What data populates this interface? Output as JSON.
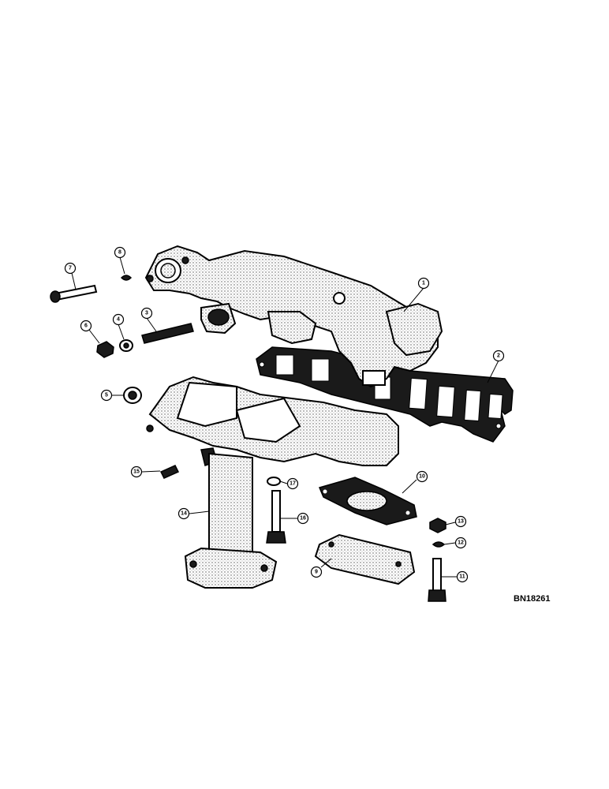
{
  "diagram": {
    "reference_code": "BN18261",
    "callouts": [
      {
        "id": "c1",
        "label": "1"
      },
      {
        "id": "c2",
        "label": "2"
      },
      {
        "id": "c3",
        "label": "3"
      },
      {
        "id": "c4",
        "label": "4"
      },
      {
        "id": "c5",
        "label": "5"
      },
      {
        "id": "c6",
        "label": "6"
      },
      {
        "id": "c7",
        "label": "7"
      },
      {
        "id": "c8",
        "label": "8"
      },
      {
        "id": "c9",
        "label": "9"
      },
      {
        "id": "c10",
        "label": "10"
      },
      {
        "id": "c11",
        "label": "11"
      },
      {
        "id": "c12",
        "label": "12"
      },
      {
        "id": "c13",
        "label": "13"
      },
      {
        "id": "c14",
        "label": "14"
      },
      {
        "id": "c15",
        "label": "15"
      },
      {
        "id": "c16",
        "label": "16"
      },
      {
        "id": "c17",
        "label": "17"
      }
    ]
  }
}
